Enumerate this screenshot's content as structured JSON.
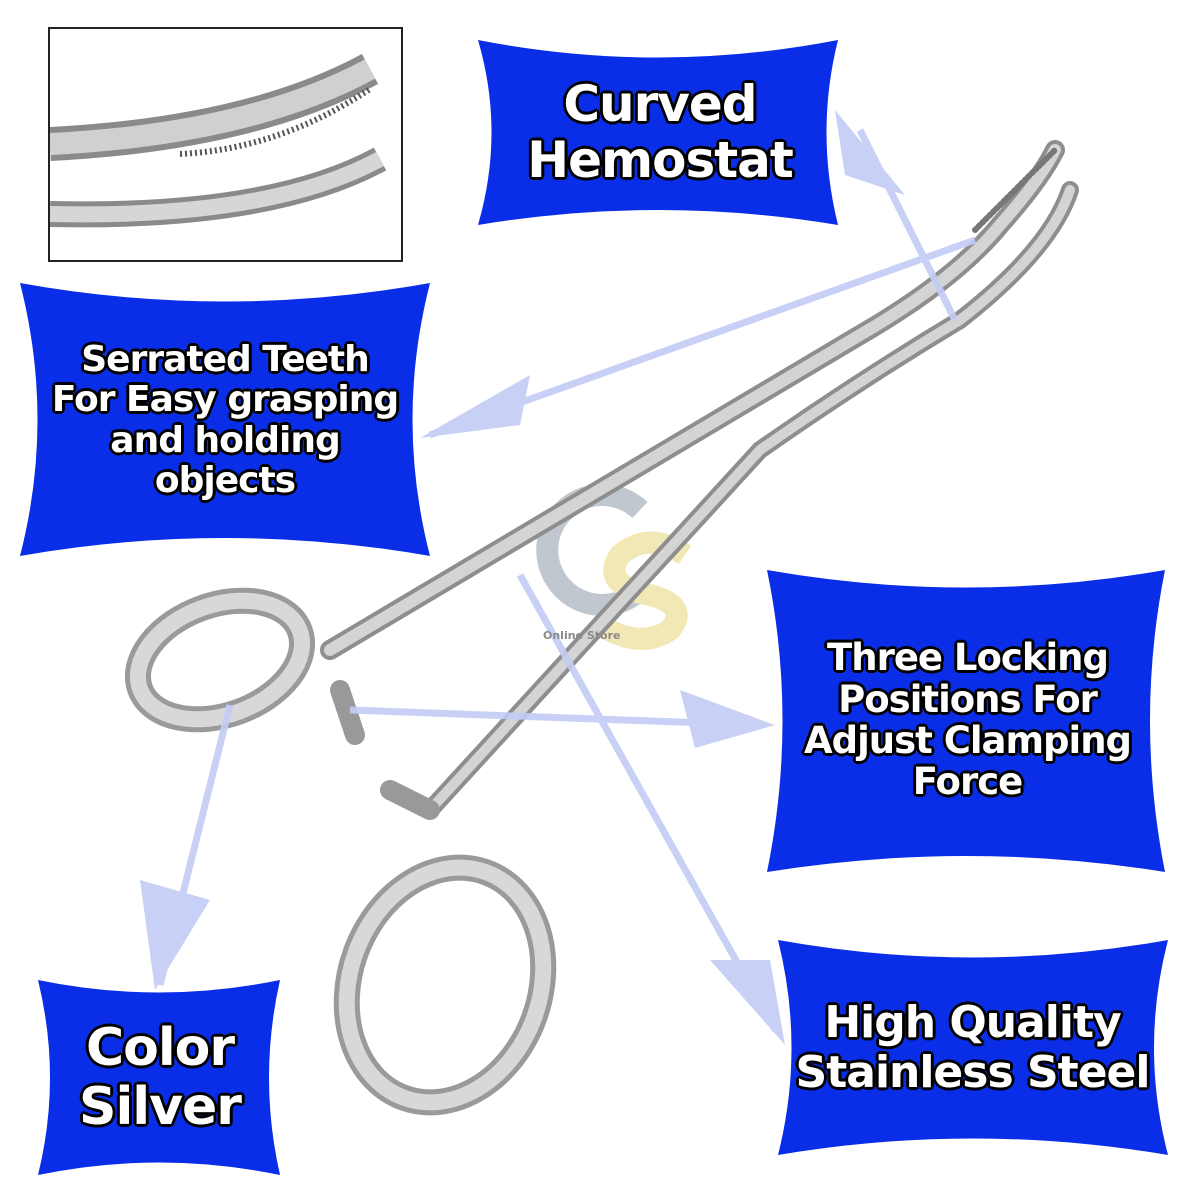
{
  "colors": {
    "panel": "#0a2ee8",
    "arrow": "#c3ccf6",
    "steel": "#b9b9b9"
  },
  "panels": {
    "curved": {
      "lines": [
        "Curved",
        "Hemostat"
      ]
    },
    "serrated": {
      "lines": [
        "Serrated Teeth",
        "For Easy grasping",
        "and holding",
        "objects"
      ]
    },
    "locking": {
      "lines": [
        "Three Locking",
        "Positions For",
        "Adjust Clamping",
        "Force"
      ]
    },
    "color": {
      "lines": [
        "Color",
        "Silver"
      ]
    },
    "quality": {
      "lines": [
        "High Quality",
        "Stainless Steel"
      ]
    }
  },
  "logo": {
    "letters": "GS",
    "text": "Online Store"
  }
}
